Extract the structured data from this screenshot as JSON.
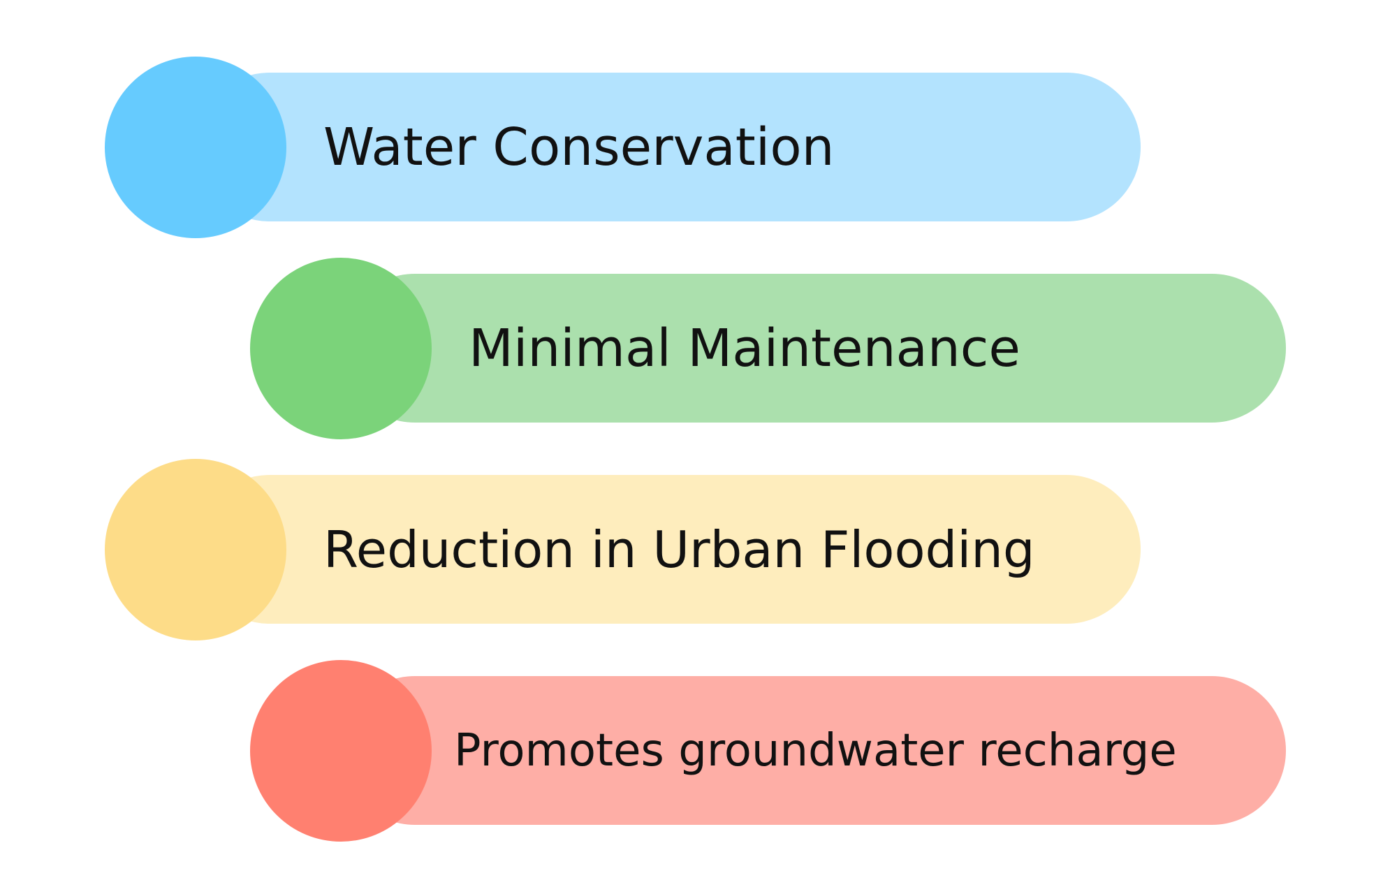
{
  "items": [
    {
      "label": "Water Conservation",
      "pill_color": "#b3e3fe",
      "dot_color": "#66cbfe"
    },
    {
      "label": "Minimal Maintenance",
      "pill_color": "#abe0ad",
      "dot_color": "#7bd37a"
    },
    {
      "label": "Reduction in Urban Flooding",
      "pill_color": "#feedbd",
      "dot_color": "#fddc88"
    },
    {
      "label": "Promotes groundwater recharge",
      "pill_color": "#feaea6",
      "dot_color": "#ff8070"
    }
  ]
}
